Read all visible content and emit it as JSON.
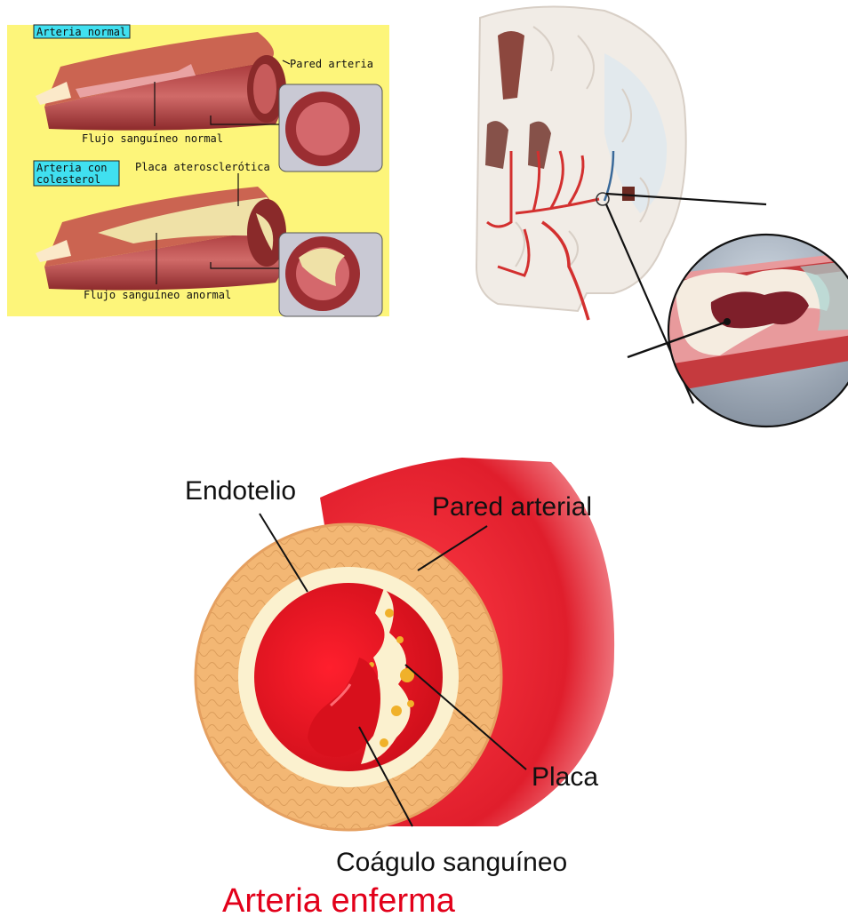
{
  "panel_top_left": {
    "tag_normal": "Arteria normal",
    "tag_cholesterol_line1": "Arteria con",
    "tag_cholesterol_line2": "colesterol",
    "label_wall": "Pared arteria",
    "label_normal_flow": "Flujo sanguíneo normal",
    "label_plaque": "Placa aterosclerótica",
    "label_abnormal_flow": "Flujo sanguíneo anormal",
    "colors": {
      "background": "#fdf57a",
      "tag": "#40e0f0",
      "artery": "#b23b3b",
      "plaque": "#efe1a7"
    }
  },
  "panel_bottom": {
    "label_endothelium": "Endotelio",
    "label_arterial_wall": "Pared arterial",
    "label_plaque": "Placa",
    "label_clot": "Coágulo sanguíneo",
    "title": "Arteria enferma",
    "colors": {
      "title": "#e2001a",
      "vessel": "#e8202c",
      "wall": "#f3b774",
      "clot": "#d8101c"
    }
  }
}
